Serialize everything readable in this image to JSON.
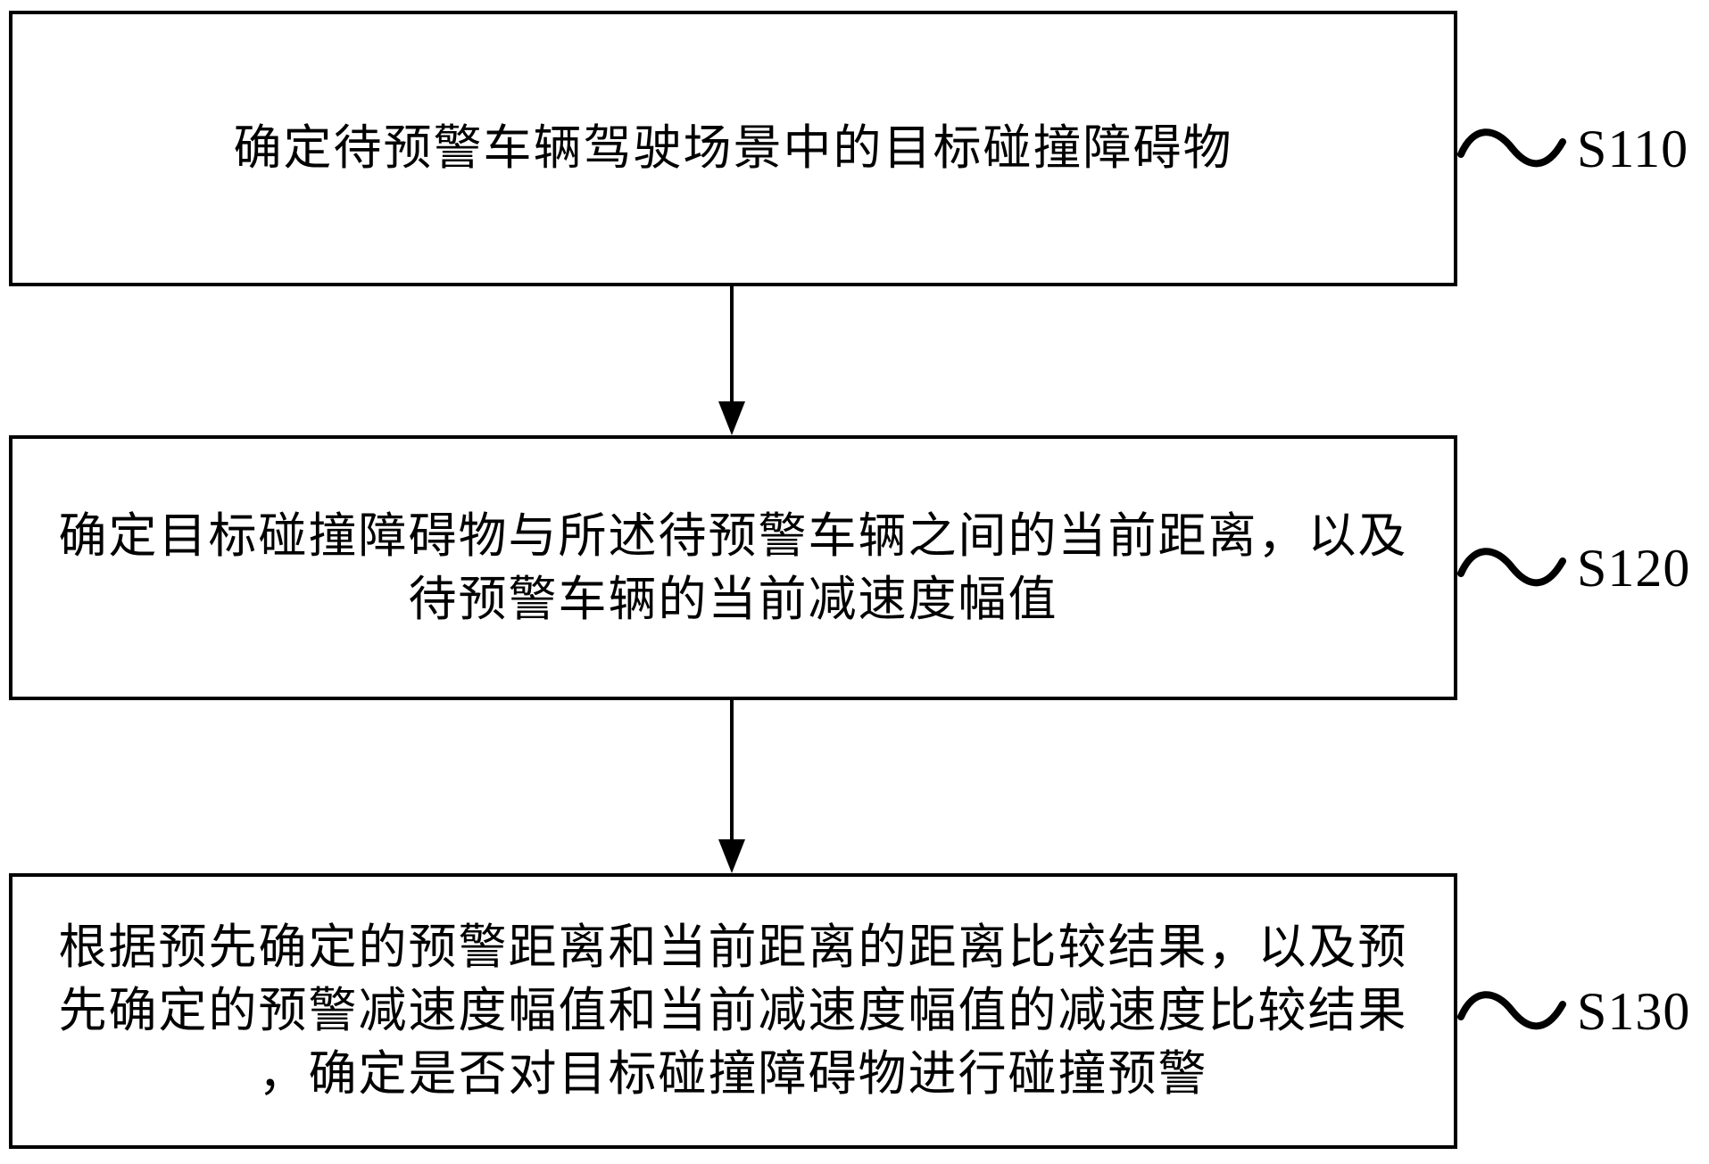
{
  "figure": {
    "background": "#ffffff",
    "ink": "#000000"
  },
  "steps": [
    {
      "label": "S110",
      "lines": [
        "确定待预警车辆驾驶场景中的目标碰撞障碍物"
      ]
    },
    {
      "label": "S120",
      "lines": [
        "确定目标碰撞障碍物与所述待预警车辆之间的当前距离，以及",
        "待预警车辆的当前减速度幅值"
      ]
    },
    {
      "label": "S130",
      "lines": [
        "根据预先确定的预警距离和当前距离的距离比较结果，以及预",
        "先确定的预警减速度幅值和当前减速度幅值的减速度比较结果",
        "，确定是否对目标碰撞障碍物进行碰撞预警"
      ]
    }
  ]
}
